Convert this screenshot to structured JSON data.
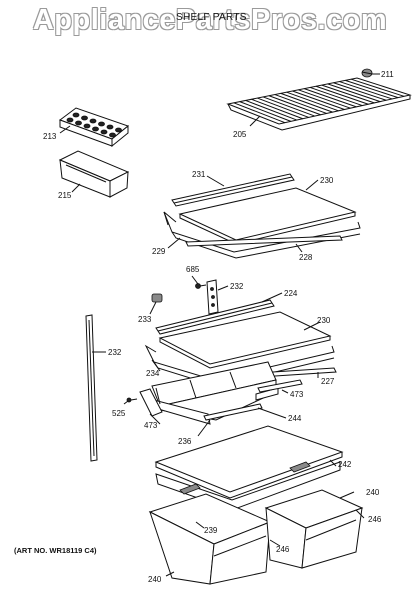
{
  "watermark": "AppliancePartsPros.com",
  "title": "SHELF PARTS",
  "art_number": "(ART NO. WR18119 C4)",
  "callouts": [
    "211",
    "213",
    "205",
    "215",
    "231",
    "230",
    "229",
    "228",
    "685",
    "232",
    "224",
    "233",
    "230",
    "232",
    "234",
    "227",
    "473",
    "525",
    "244",
    "473",
    "236",
    "242",
    "240",
    "246",
    "239",
    "246",
    "240"
  ],
  "parts": [
    "snugger-211",
    "shelf-wire-205",
    "egg-tray-213",
    "butter-bin-215",
    "shelf-trim-231",
    "glass-shelf-230",
    "shelf-frame-229",
    "frame-rail-228",
    "screw-685",
    "ladder-232",
    "shelf-trim-224",
    "snugger-233",
    "glass-shelf-230-lower",
    "ladder-232-left",
    "shelf-frame-234",
    "frame-rail-227",
    "slide-473",
    "screw-525",
    "rail-244",
    "bracket-473",
    "drawer-frame-236",
    "crisper-cover-242",
    "crisper-drawer-240",
    "crisper-pan-240",
    "drawer-front-246",
    "support-239",
    "drawer-front-246-b"
  ]
}
